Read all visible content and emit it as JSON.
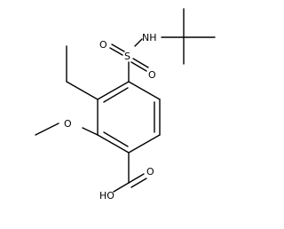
{
  "molecule": {
    "atom_labels": {
      "nh": "NH",
      "s": "S",
      "o_top": "O",
      "o_bottom": "O",
      "o_methoxy": "O",
      "oh": "HO",
      "o_carbonyl": "O"
    },
    "colors": {
      "bond": "#000000",
      "text": "#000000",
      "background": "#ffffff"
    }
  }
}
